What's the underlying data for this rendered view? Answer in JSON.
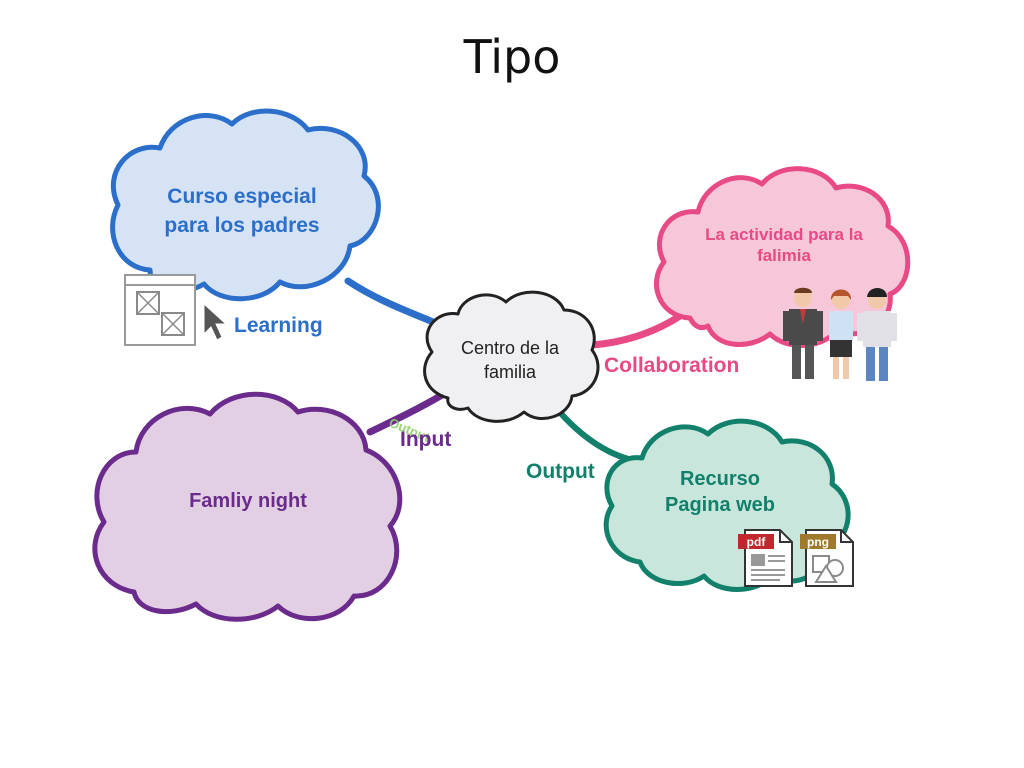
{
  "page": {
    "title": "Tipo"
  },
  "colors": {
    "blue": "#2b6fcb",
    "blue_fill": "#d5e3f5",
    "pink": "#e84a86",
    "pink_fill": "#f6c7d8",
    "purple": "#6a2b8c",
    "purple_fill": "#e3cfe3",
    "teal": "#12806b",
    "teal_fill": "#c8e6dc",
    "center": "#222222",
    "center_fill": "#f0f0f3",
    "ghost": "#8fd16a"
  },
  "center": {
    "line1": "Centro de la",
    "line2": "familia"
  },
  "nodes": {
    "curso": {
      "line1": "Curso especial",
      "line2": "para los padres"
    },
    "actividad": {
      "line1": "La actividad para la",
      "line2": "falimia"
    },
    "family": {
      "label": "Famliy night"
    },
    "recurso": {
      "line1": "Recurso",
      "line2": "Pagina web"
    }
  },
  "edges": {
    "learning": "Learning",
    "collaboration": "Collaboration",
    "input": "Input",
    "output": "Output",
    "ghost": "Output"
  },
  "files": {
    "pdf": "pdf",
    "png": "png"
  },
  "icons": {
    "wireframe": "wireframe-window-icon",
    "cursor": "cursor-arrow-icon",
    "people": "family-people-icon",
    "pdf": "pdf-file-icon",
    "png": "png-file-icon"
  }
}
